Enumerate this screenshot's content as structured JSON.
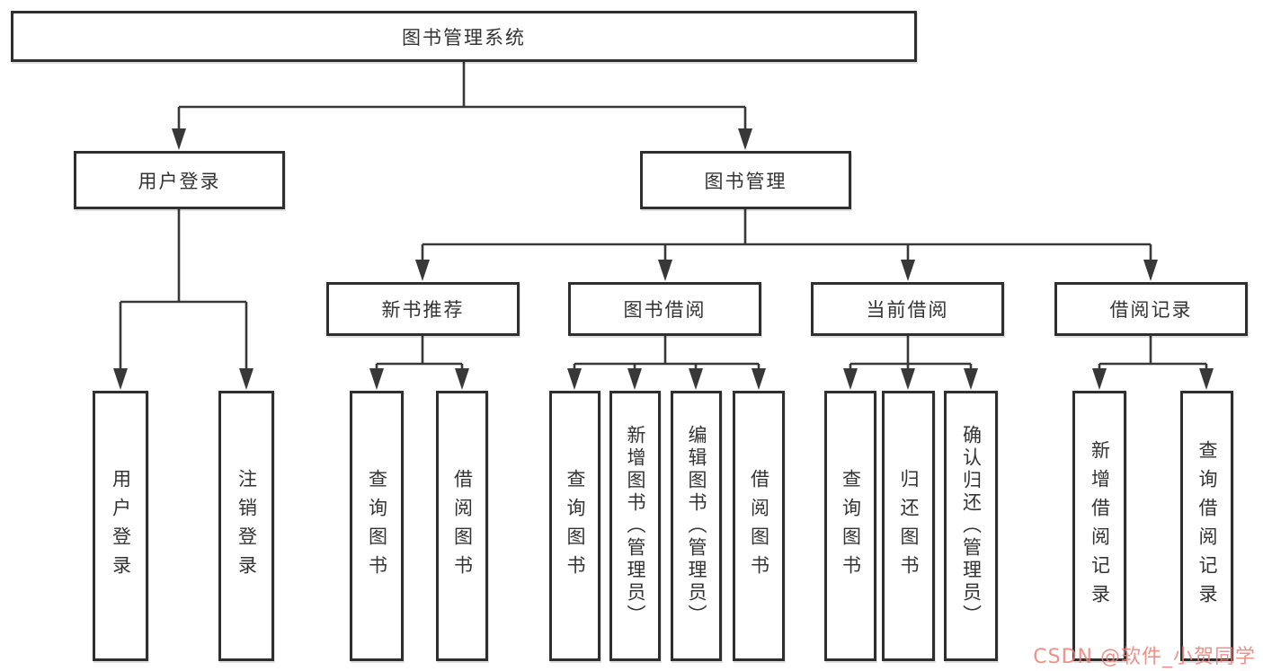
{
  "diagram": {
    "root": {
      "label": "图书管理系统"
    },
    "level2": [
      {
        "label": "用户登录"
      },
      {
        "label": "图书管理"
      }
    ],
    "level3": [
      {
        "label": "新书推荐"
      },
      {
        "label": "图书借阅"
      },
      {
        "label": "当前借阅"
      },
      {
        "label": "借阅记录"
      }
    ],
    "leaves": {
      "user_login": [
        "用户登录",
        "注销登录"
      ],
      "new_book": [
        "查询图书",
        "借阅图书"
      ],
      "book_borrow": [
        "查询图书",
        "新增图书（管理员）",
        "编辑图书（管理员）",
        "借阅图书"
      ],
      "current_borrow": [
        "查询图书",
        "归还图书",
        "确认归还（管理员）"
      ],
      "borrow_record": [
        "新增借阅记录",
        "查询借阅记录"
      ]
    },
    "colors": {
      "line": "#383838",
      "box_border": "#2f2f2f",
      "box_fill": "#ffffff",
      "text": "#333333",
      "watermark": "#ec7d75"
    }
  },
  "watermark": {
    "text": "CSDN @软件_小贺同学"
  }
}
